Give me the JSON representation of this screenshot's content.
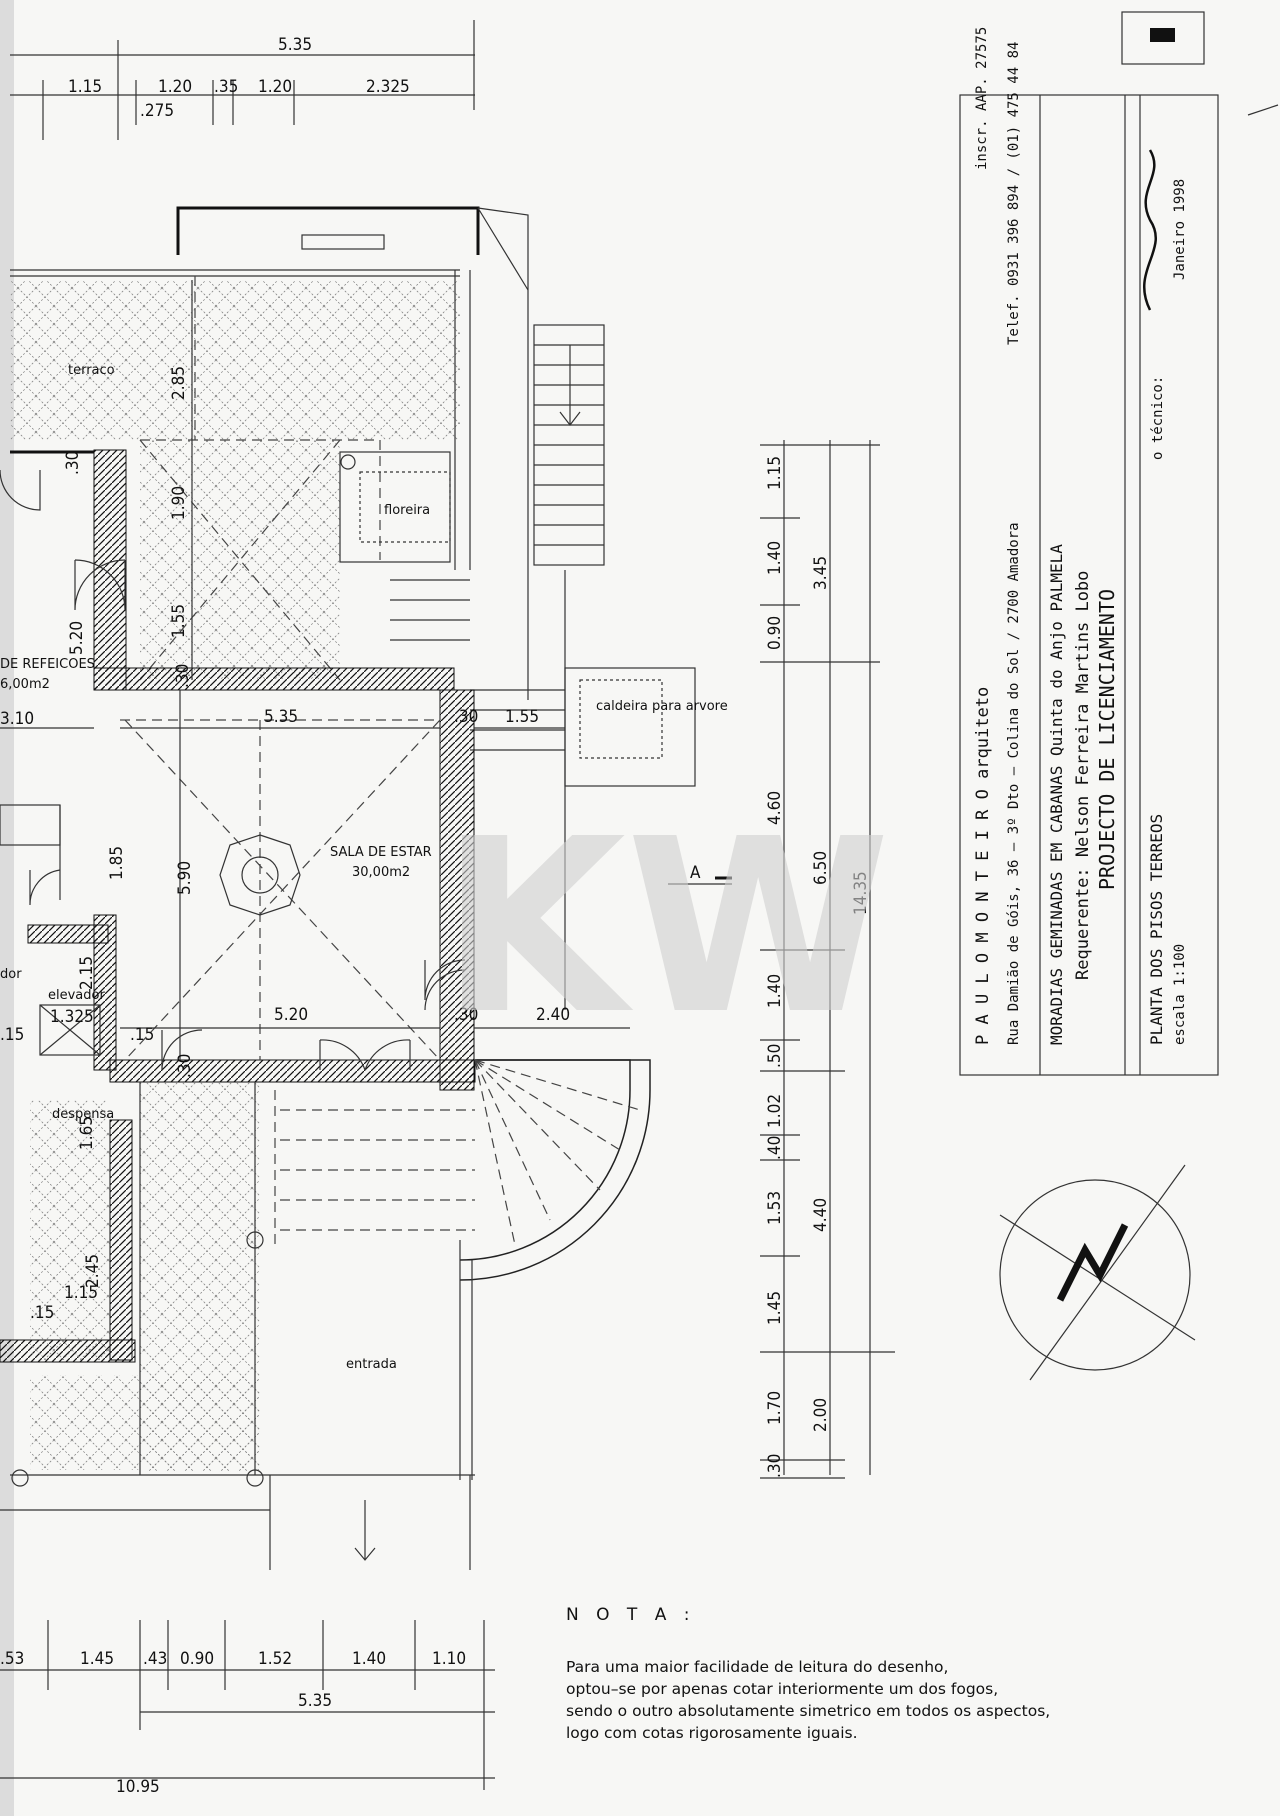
{
  "title_block": {
    "architect": "P A U L O   M O N T E I R O   arquiteto",
    "registration": "inscr. AAP. 27575",
    "address": "Rua Damião de Góis, 36 – 3º Dto – Colina do Sol / 2700 Amadora",
    "phone": "Telef. 0931 396 894 / (01) 475 44 84",
    "project": "MORADIAS GEMINADAS EM CABANAS   Quinta do Anjo   PALMELA",
    "client": "Requerente: Nelson Ferreira Martins Lobo",
    "stage": "PROJECTO DE LICENCIAMENTO",
    "sheet": "PLANTA DOS PISOS TERREOS",
    "tech": "o técnico:",
    "scale": "escala 1:100",
    "date": "Janeiro 1998"
  },
  "rooms": {
    "terrace": "terraco",
    "planter": "floreira",
    "tree_pit": "caldeira para arvore",
    "living": "SALA DE ESTAR",
    "living_area": "30,00m2",
    "dining": "DE REFEICOES",
    "dining_area": "6,00m2",
    "elevator": "elevador",
    "pantry": "despensa",
    "entrance": "entrada",
    "corridor": "dor",
    "section": "A"
  },
  "dimensions": {
    "top": [
      "5.35",
      "1.15",
      "1.20",
      ".35",
      "1.20",
      "2.325",
      ".275"
    ],
    "interior": [
      "2.85",
      "1.90",
      "1.55",
      "5.20",
      "5.35",
      "1.55",
      "3.10",
      "5.90",
      "1.85",
      "5.20",
      "2.40",
      "2.15",
      "1.325",
      ".15",
      ".15",
      "2.45",
      "1.65",
      "1.15",
      ".15",
      ".30",
      ".30",
      ".30",
      ".30",
      ".30"
    ],
    "right_a": [
      "1.15",
      "1.40",
      "0.90",
      "4.60",
      "1.40",
      ".50",
      "1.02",
      ".40",
      "1.53",
      "1.45",
      "1.70",
      ".30"
    ],
    "right_b": [
      "3.45",
      "6.50",
      "4.40",
      "2.00"
    ],
    "right_total": "14.35",
    "bottom": [
      ".53",
      "1.45",
      ".43",
      "0.90",
      "1.52",
      "1.40",
      "1.10",
      "5.35",
      "10.95"
    ]
  },
  "note": {
    "heading": "N O T A :",
    "lines": [
      "Para uma maior facilidade de leitura do desenho,",
      "optou–se por apenas cotar interiormente um dos fogos,",
      "sendo o outro absolutamente simetrico em todos os aspectos,",
      "logo com cotas rigorosamente iguais."
    ]
  },
  "watermark": "KW"
}
